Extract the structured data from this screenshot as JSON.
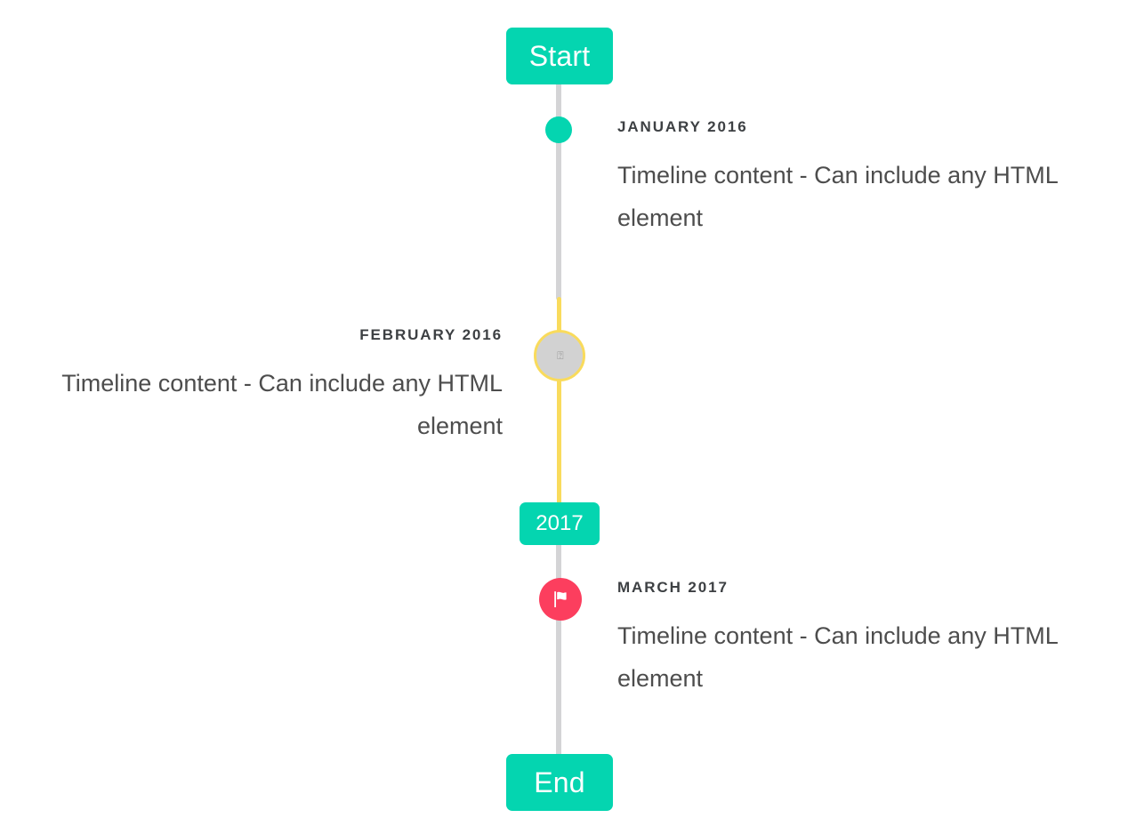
{
  "timeline": {
    "start_label": "Start",
    "mid_label": "2017",
    "end_label": "End",
    "colors": {
      "accent_teal": "#04d5b0",
      "rail_gray": "#d4d4d6",
      "rail_yellow": "#f9db5c",
      "flag_pink": "#fc3e5e",
      "marker_gray": "#d2d2d2",
      "date_text": "#3d4043",
      "body_text": "#4d4d4d",
      "background": "#ffffff"
    },
    "entries": [
      {
        "id": "january-2016",
        "date": "JANUARY 2016",
        "body": "Timeline content - Can include any HTML element",
        "side": "right",
        "marker": "teal-dot"
      },
      {
        "id": "february-2016",
        "date": "FEBRUARY 2016",
        "body": "Timeline content - Can include any HTML element",
        "side": "left",
        "marker": "broken-image-circle"
      },
      {
        "id": "march-2017",
        "date": "MARCH 2017",
        "body": "Timeline content - Can include any HTML element",
        "side": "right",
        "marker": "flag-icon"
      }
    ]
  }
}
